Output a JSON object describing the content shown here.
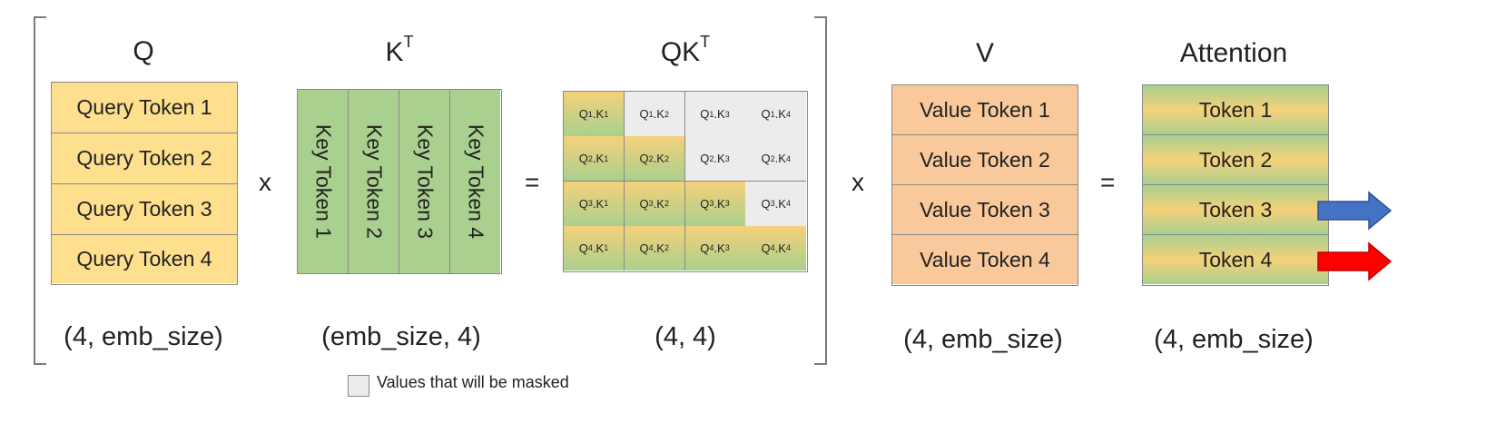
{
  "matrices": {
    "q": {
      "title": "Q",
      "rows": [
        "Query Token 1",
        "Query Token 2",
        "Query Token 3",
        "Query Token 4"
      ],
      "shape": "(4, emb_size)"
    },
    "k": {
      "title": "K",
      "title_sup": "T",
      "cols": [
        "Key Token 1",
        "Key Token 2",
        "Key Token 3",
        "Key Token 4"
      ],
      "shape": "(emb_size, 4)"
    },
    "qk": {
      "title": "QK",
      "title_sup": "T",
      "shape": "(4, 4)",
      "cells": [
        [
          {
            "q": "1",
            "k": "1",
            "masked": false
          },
          {
            "q": "1",
            "k": "2",
            "masked": true
          },
          {
            "q": "1",
            "k": "3",
            "masked": true
          },
          {
            "q": "1",
            "k": "4",
            "masked": true
          }
        ],
        [
          {
            "q": "2",
            "k": "1",
            "masked": false
          },
          {
            "q": "2",
            "k": "2",
            "masked": false
          },
          {
            "q": "2",
            "k": "3",
            "masked": true
          },
          {
            "q": "2",
            "k": "4",
            "masked": true
          }
        ],
        [
          {
            "q": "3",
            "k": "1",
            "masked": false
          },
          {
            "q": "3",
            "k": "2",
            "masked": false
          },
          {
            "q": "3",
            "k": "3",
            "masked": false
          },
          {
            "q": "3",
            "k": "4",
            "masked": true
          }
        ],
        [
          {
            "q": "4",
            "k": "1",
            "masked": false
          },
          {
            "q": "4",
            "k": "2",
            "masked": false
          },
          {
            "q": "4",
            "k": "3",
            "masked": false
          },
          {
            "q": "4",
            "k": "4",
            "masked": false
          }
        ]
      ]
    },
    "v": {
      "title": "V",
      "rows": [
        "Value Token 1",
        "Value Token 2",
        "Value Token 3",
        "Value Token 4"
      ],
      "shape": "(4, emb_size)"
    },
    "attention": {
      "title": "Attention",
      "rows": [
        "Token 1",
        "Token 2",
        "Token 3",
        "Token 4"
      ],
      "shape": "(4, emb_size)"
    }
  },
  "operators": {
    "multiply": "x",
    "equals": "="
  },
  "legend": {
    "label": "Values that will be masked"
  },
  "arrows": [
    {
      "name": "token-3-arrow",
      "color": "#4472c4"
    },
    {
      "name": "token-4-arrow",
      "color": "#ff0000"
    }
  ],
  "colors": {
    "query": "#fddf8e",
    "key": "#a9d08e",
    "value": "#f9c89b",
    "masked": "#ececec",
    "cell_unmasked_from": "#f5d17a",
    "cell_unmasked_to": "#a9d08e"
  }
}
